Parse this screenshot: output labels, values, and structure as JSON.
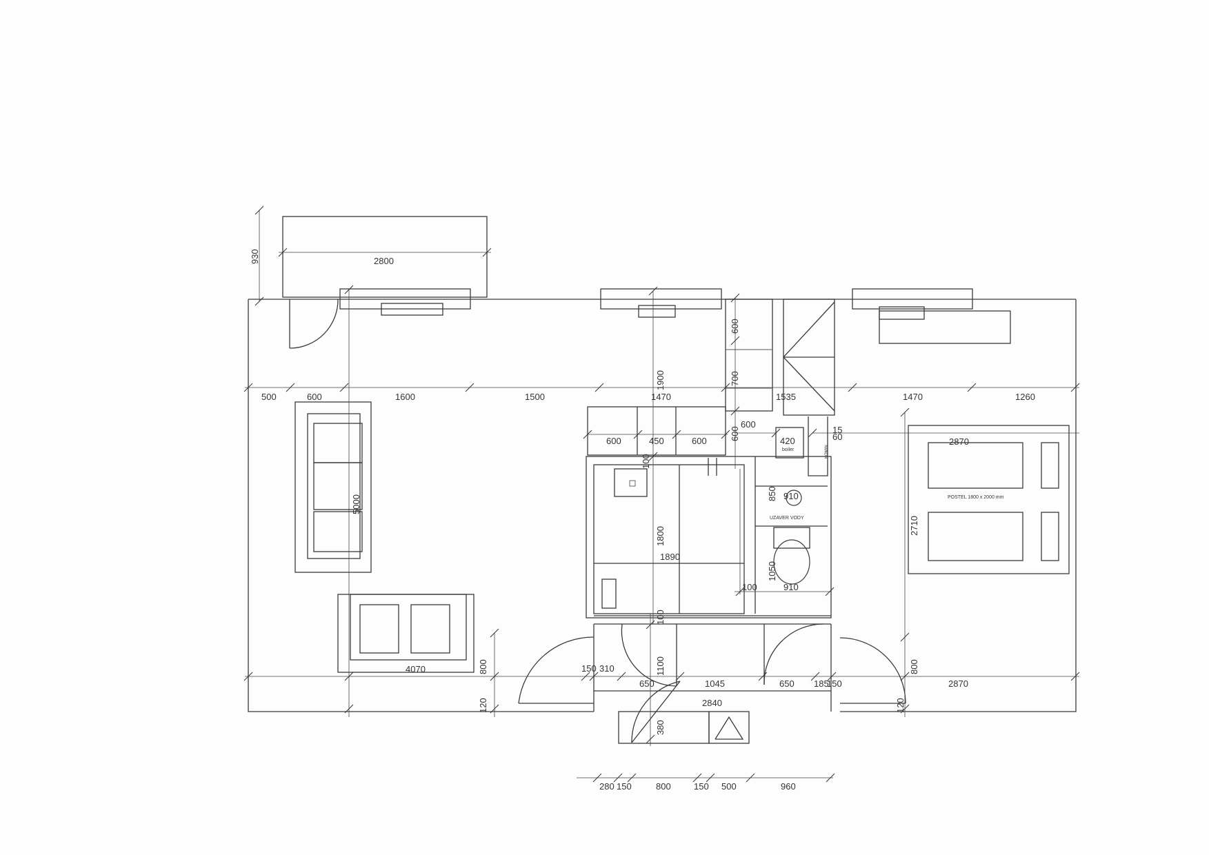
{
  "labels": {
    "balcony_depth": "930",
    "balcony_width": "2800",
    "d500": "500",
    "d600a": "600",
    "d1600": "1600",
    "d1500": "1500",
    "d1470a": "1470",
    "d1535": "1535",
    "d1470b": "1470",
    "d1260": "1260",
    "v600a": "600",
    "v700": "700",
    "v1900": "1900",
    "v600b": "600",
    "h600c": "600",
    "k600": "600",
    "k450": "450",
    "k600b": "600",
    "boiler_size": "420",
    "boiler": "boiler",
    "chimney": "KOMIN",
    "n15": "15",
    "n60": "60",
    "v100a": "100",
    "v5000": "5000",
    "v1800": "1800",
    "h1890": "1890",
    "v850": "850",
    "h910a": "910",
    "water_shutoff": "UZAVER VODY",
    "v1050": "1050",
    "h100": "100",
    "h910b": "910",
    "v100b": "100",
    "bed_width": "2870",
    "bed": "POSTEL 1800 x 2000 mm",
    "v2710": "2710",
    "h4070": "4070",
    "v800a": "800",
    "h150a": "150",
    "h310": "310",
    "v1100": "1100",
    "h650a": "650",
    "h1045": "1045",
    "h650b": "650",
    "h185": "185",
    "h150b": "150",
    "v800b": "800",
    "h2870b": "2870",
    "h2840": "2840",
    "v120a": "120",
    "v120b": "120",
    "v380": "380",
    "b280": "280",
    "b150a": "150",
    "b800": "800",
    "b150b": "150",
    "b500": "500",
    "b960": "960"
  }
}
